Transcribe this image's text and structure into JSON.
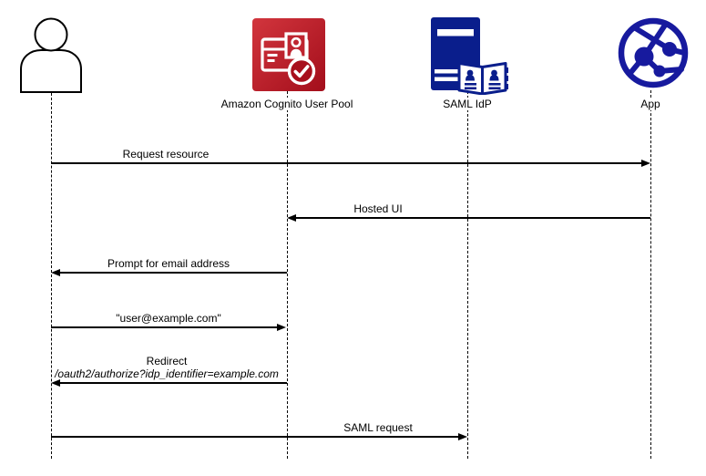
{
  "diagram": {
    "type": "sequence-diagram",
    "background_color": "#ffffff",
    "line_color": "#000000",
    "participants": [
      {
        "label": "",
        "icon": "person-actor-icon"
      },
      {
        "label": "Amazon Cognito User Pool",
        "icon": "amazon-cognito-icon"
      },
      {
        "label": "SAML IdP",
        "icon": "saml-idp-server-icon"
      },
      {
        "label": "App",
        "icon": "app-globe-icon"
      }
    ],
    "messages": [
      {
        "label": "Request resource",
        "from": "actor",
        "to": "App",
        "direction": "right"
      },
      {
        "label": "Hosted UI",
        "from": "App",
        "to": "Amazon Cognito User Pool",
        "direction": "left"
      },
      {
        "label": "Prompt for email address",
        "from": "Amazon Cognito User Pool",
        "to": "actor",
        "direction": "left"
      },
      {
        "label": "\"user@example.com\"",
        "from": "actor",
        "to": "Amazon Cognito User Pool",
        "direction": "right"
      },
      {
        "label": "Redirect",
        "sublabel": "/oauth2/authorize?idp_identifier=example.com",
        "from": "Amazon Cognito User Pool",
        "to": "actor",
        "direction": "left"
      },
      {
        "label": "SAML request",
        "from": "actor",
        "to": "SAML IdP",
        "direction": "right"
      }
    ],
    "colors": {
      "cognito_gradient_start": "#d2353d",
      "cognito_gradient_end": "#a30e1b",
      "saml_blue": "#0a1e8c",
      "app_blue": "#171a9e"
    }
  }
}
